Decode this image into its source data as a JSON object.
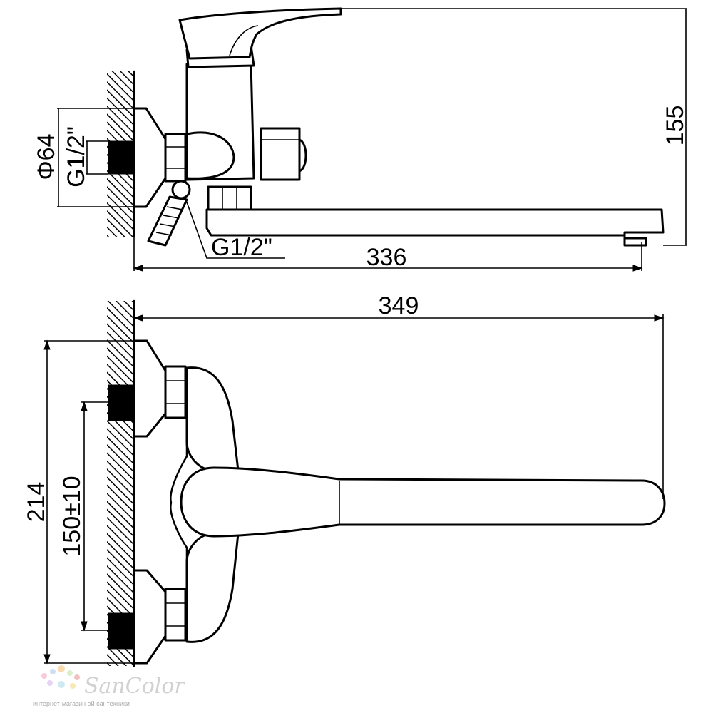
{
  "dimensions": {
    "diameter": "Φ64",
    "inlet_thread": "G1/2\"",
    "height": "155",
    "outlet_thread": "G1/2\"",
    "reach_top": "336",
    "reach_bottom": "349",
    "total_width": "214",
    "center_distance": "150±10"
  },
  "watermark": {
    "brand": "SanColor",
    "tagline": "интернет-магазин      ой сантехники"
  },
  "colors": {
    "line": "#000000",
    "background": "#ffffff",
    "watermark": "#c9c9c9"
  }
}
